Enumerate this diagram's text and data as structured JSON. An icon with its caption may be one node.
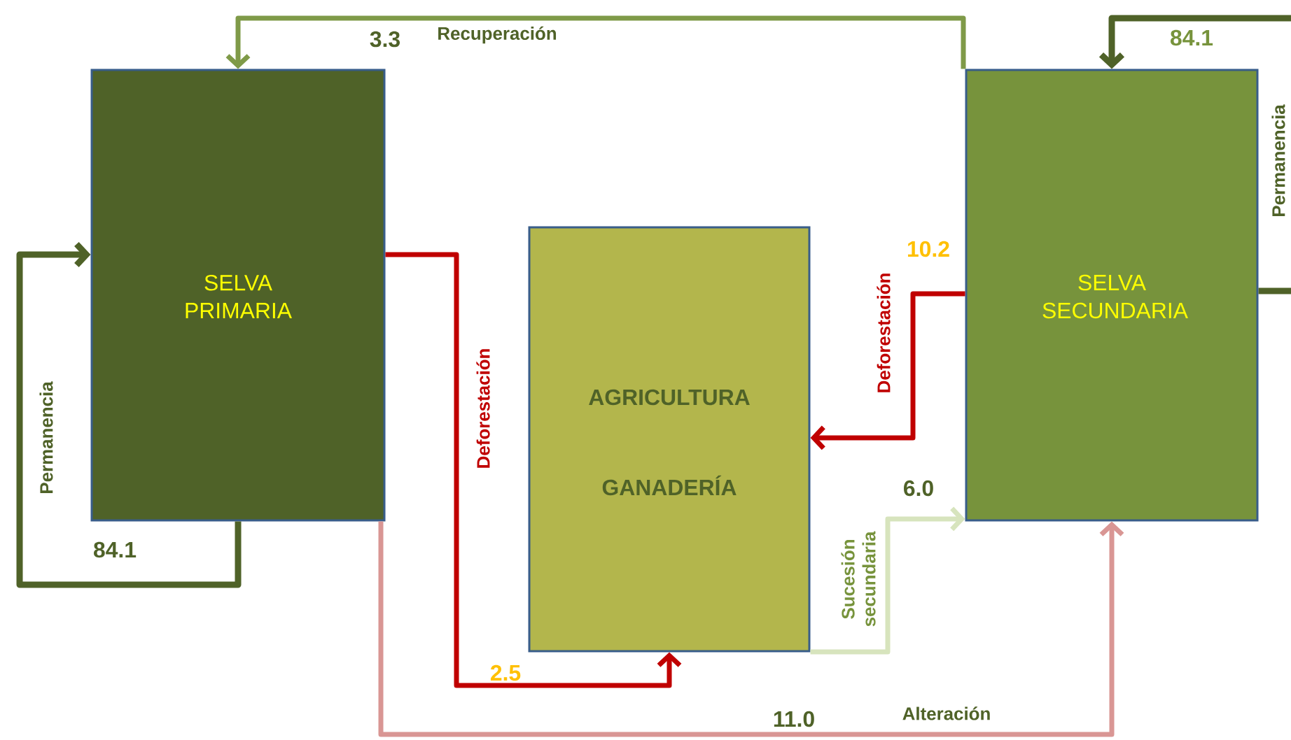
{
  "diagram": {
    "nodes": [
      {
        "text": [
          "SELVA PRIMARIA"
        ]
      },
      {
        "text": [
          "AGRICULTURA",
          "GANADERÍA"
        ]
      },
      {
        "text": [
          "SELVA SECUNDARIA"
        ]
      }
    ],
    "edges": [
      {
        "from": 2,
        "to": 0,
        "arrow": "to",
        "label": "Recuperación",
        "color": "#7f9a48"
      },
      {
        "from": 2,
        "to": 2,
        "arrow": "to",
        "label": "Permanencia",
        "color": "#4f6228"
      },
      {
        "from": 0,
        "to": 0,
        "arrow": "to",
        "label": "Permanencia",
        "color": "#4f6228"
      },
      {
        "from": 0,
        "to": 1,
        "arrow": "to",
        "label": "Deforestación",
        "color": "#c00000"
      },
      {
        "from": 2,
        "to": 1,
        "arrow": "to",
        "label": "Deforestación",
        "color": "#c00000"
      },
      {
        "from": 1,
        "to": 2,
        "arrow": "to",
        "label": "Sucesión secundaria",
        "color": "#d7e4bd"
      },
      {
        "from": 0,
        "to": 2,
        "arrow": "to",
        "label": "Alteración",
        "color": "#d99694"
      }
    ],
    "labels": [
      "3.3",
      "84.1",
      "10.2",
      "84.1",
      "6.0",
      "2.5",
      "11.0"
    ]
  }
}
